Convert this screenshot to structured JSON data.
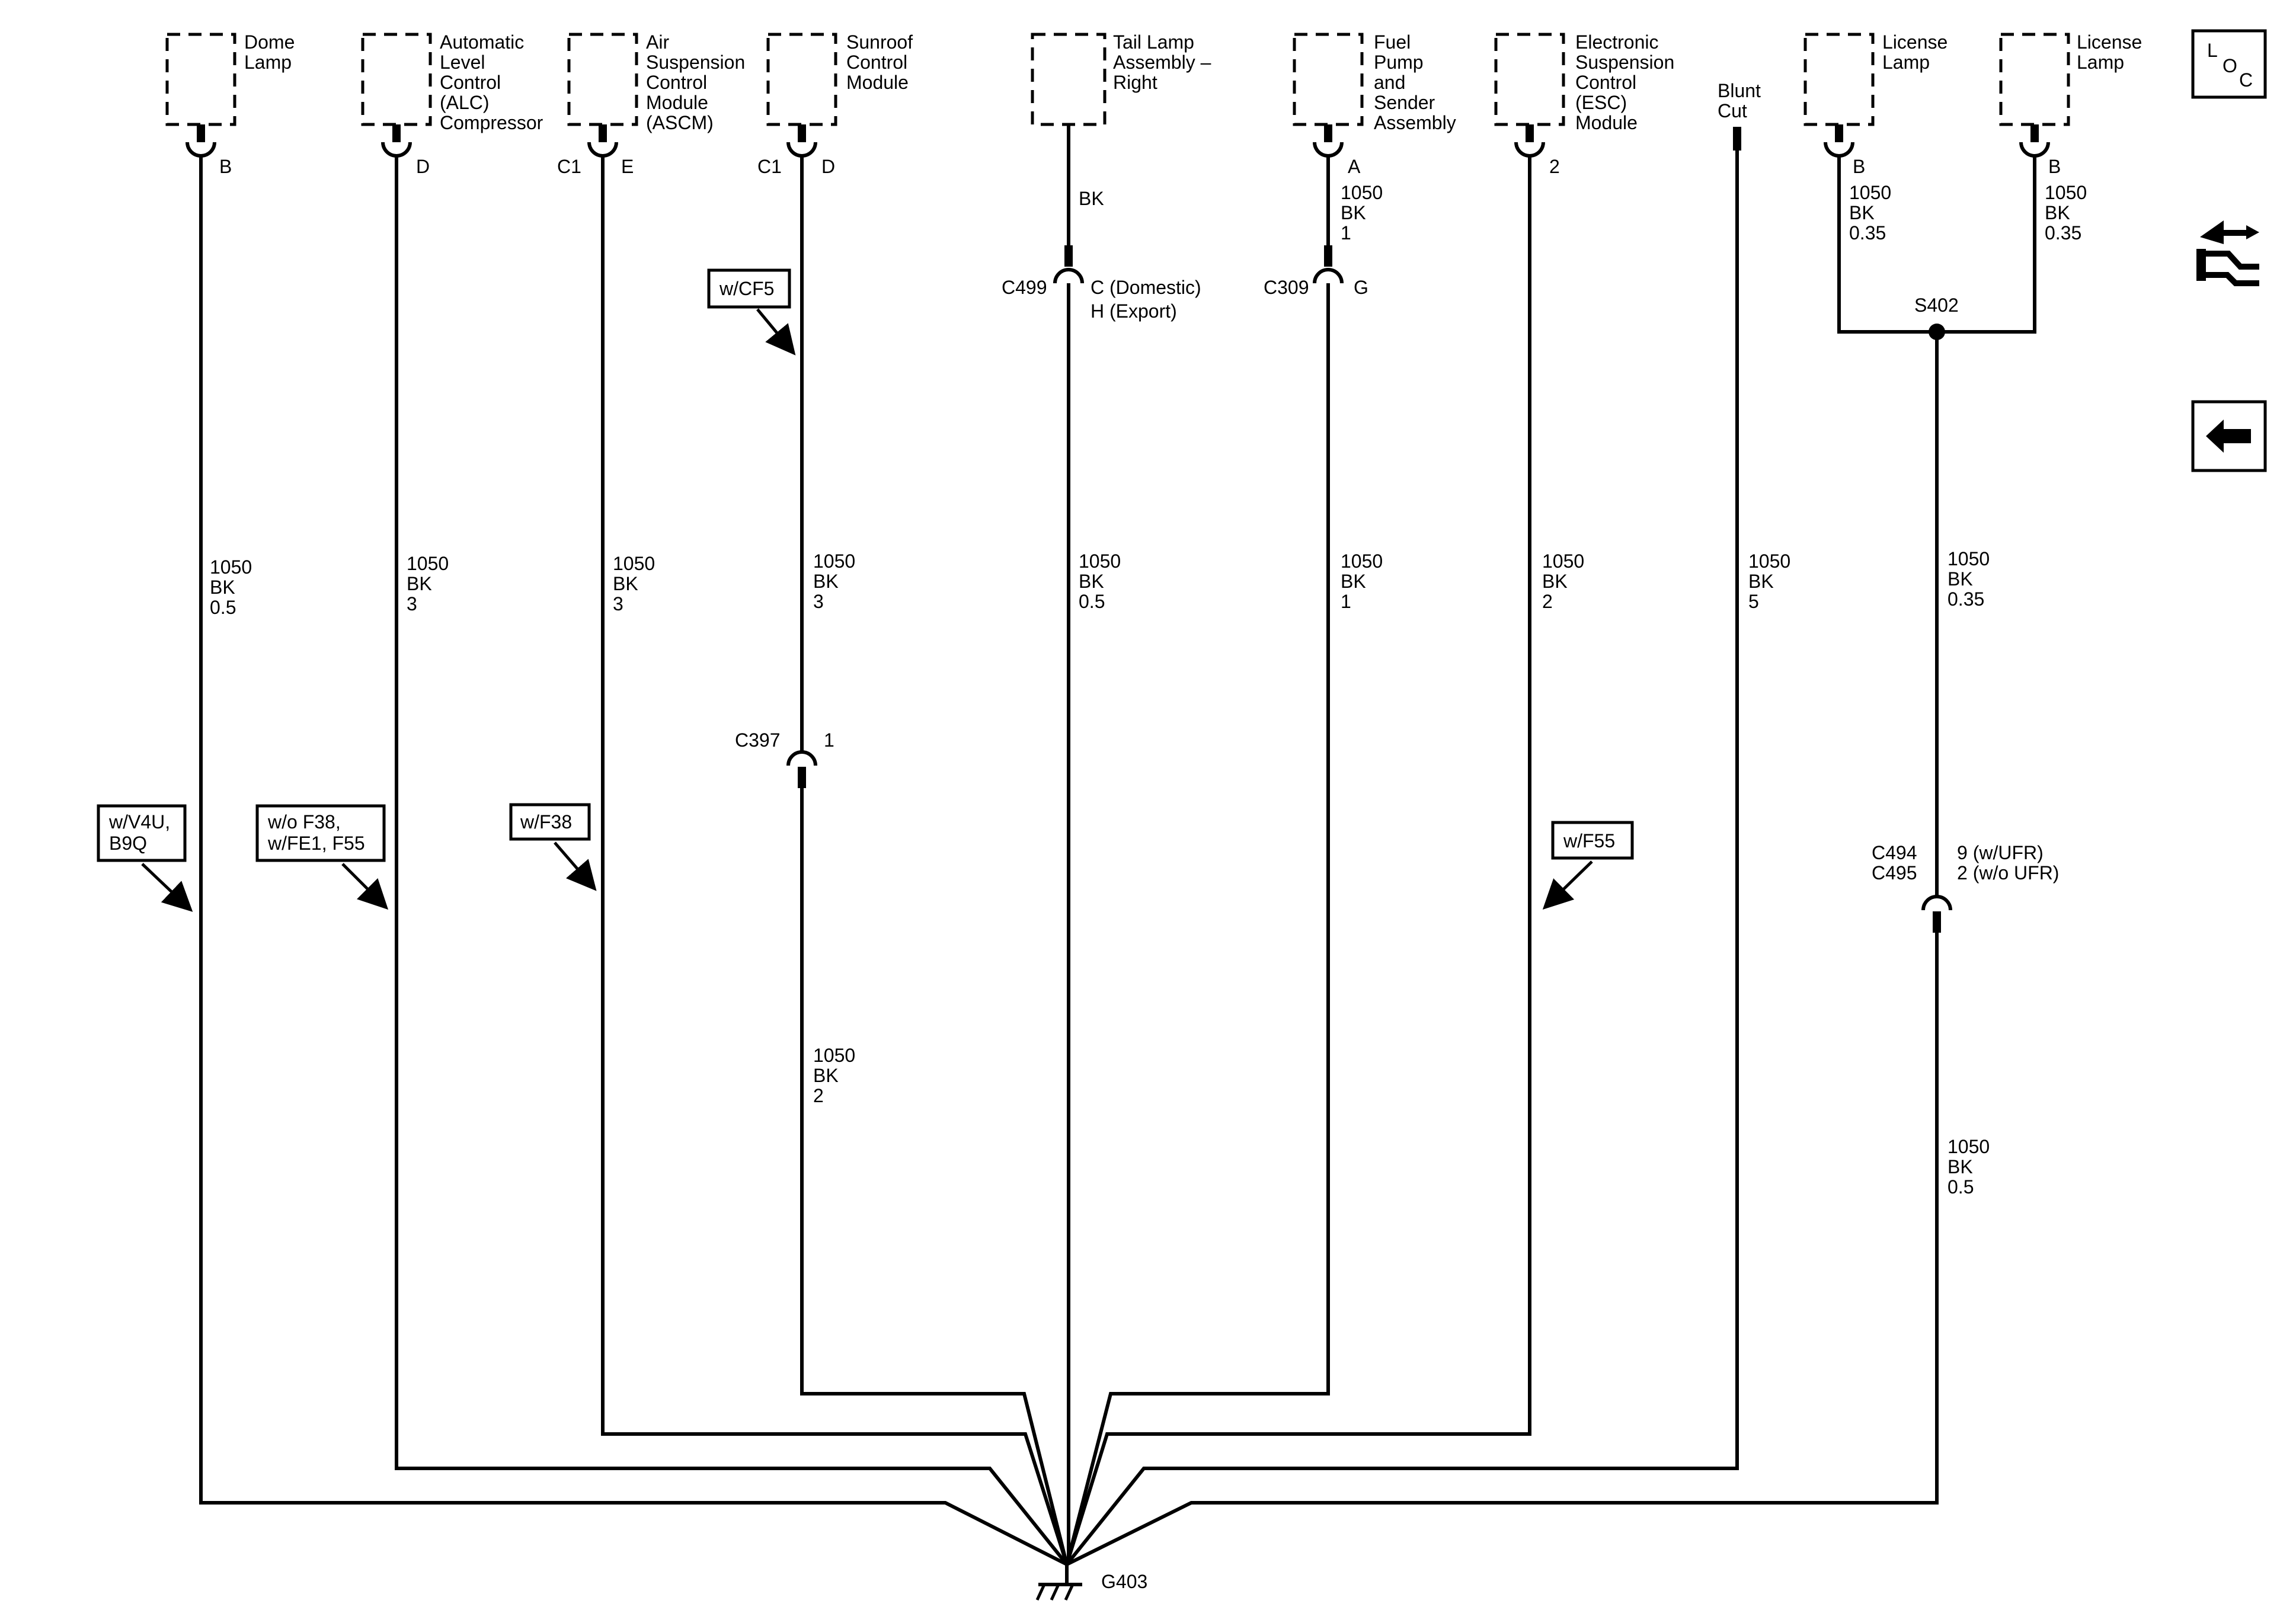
{
  "components": {
    "dome_lamp": [
      "Dome",
      "Lamp"
    ],
    "alc_compressor": [
      "Automatic",
      "Level",
      "Control",
      "(ALC)",
      "Compressor"
    ],
    "ascm": [
      "Air",
      "Suspension",
      "Control",
      "Module",
      "(ASCM)"
    ],
    "sunroof": [
      "Sunroof",
      "Control",
      "Module"
    ],
    "tail_lamp": [
      "Tail Lamp",
      "Assembly –",
      "Right"
    ],
    "fuel_pump": [
      "Fuel",
      "Pump",
      "and",
      "Sender",
      "Assembly"
    ],
    "esc_module": [
      "Electronic",
      "Suspension",
      "Control",
      "(ESC)",
      "Module"
    ],
    "blunt_cut": [
      "Blunt",
      "Cut"
    ],
    "license_lamp_1": [
      "License",
      "Lamp"
    ],
    "license_lamp_2": [
      "License",
      "Lamp"
    ]
  },
  "pins": {
    "dome": "B",
    "alc": "D",
    "ascm_conn": "C1",
    "ascm": "E",
    "sunroof_conn": "C1",
    "sunroof": "D",
    "fuel": "A",
    "esc": "2",
    "lic1": "B",
    "lic2": "B"
  },
  "wires": {
    "dome": [
      "1050",
      "BK",
      "0.5"
    ],
    "alc": [
      "1050",
      "BK",
      "3"
    ],
    "ascm": [
      "1050",
      "BK",
      "3"
    ],
    "sunroof_upper": [
      "1050",
      "BK",
      "3"
    ],
    "sunroof_lower": [
      "1050",
      "BK",
      "2"
    ],
    "tail_top": [
      "BK"
    ],
    "tail": [
      "1050",
      "BK",
      "0.5"
    ],
    "fuel_top": [
      "1050",
      "BK",
      "1"
    ],
    "fuel": [
      "1050",
      "BK",
      "1"
    ],
    "esc": [
      "1050",
      "BK",
      "2"
    ],
    "blunt": [
      "1050",
      "BK",
      "5"
    ],
    "lic1": [
      "1050",
      "BK",
      "0.35"
    ],
    "lic2": [
      "1050",
      "BK",
      "0.35"
    ],
    "splice_out": [
      "1050",
      "BK",
      "0.35"
    ],
    "ground_lead": [
      "1050",
      "BK",
      "0.5"
    ]
  },
  "connectors": {
    "c499": {
      "name": "C499",
      "pins": [
        "C (Domestic)",
        "H (Export)"
      ]
    },
    "c309": {
      "name": "C309",
      "pins": [
        "G"
      ]
    },
    "c397": {
      "name": "C397",
      "pins": [
        "1"
      ]
    },
    "c494": {
      "names": [
        "C494",
        "C495"
      ],
      "pins": [
        "9 (w/UFR)",
        "2 (w/o UFR)"
      ]
    }
  },
  "splice": "S402",
  "ground": "G403",
  "options": {
    "v4u": [
      "w/V4U,",
      "B9Q"
    ],
    "f38_not": [
      "w/o F38,",
      "w/FE1, F55"
    ],
    "f38": [
      "w/F38"
    ],
    "cf5": [
      "w/CF5"
    ],
    "f55": [
      "w/F55"
    ]
  },
  "nav": {
    "loc": [
      "L",
      "O",
      "C"
    ],
    "connector_icon": "connector-end-view-icon",
    "back_icon": "back-arrow-icon"
  }
}
